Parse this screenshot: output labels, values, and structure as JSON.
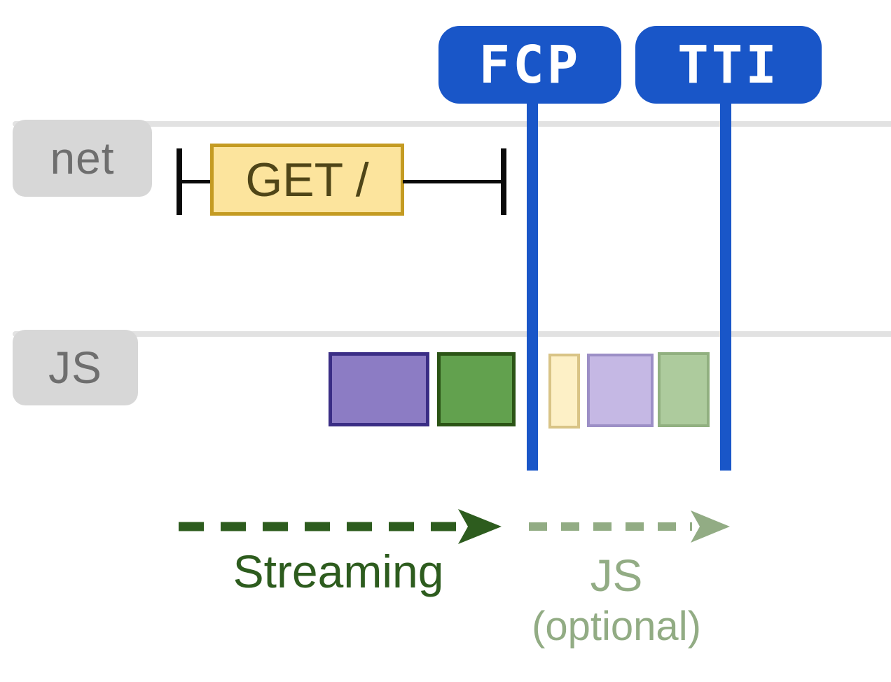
{
  "diagram": {
    "markers": {
      "fcp": "FCP",
      "tti": "TTI"
    },
    "lanes": {
      "net": "net",
      "js": "JS"
    },
    "request": {
      "label": "GET /"
    },
    "legend": {
      "streaming": "Streaming",
      "js": "JS",
      "js_optional": "(optional)"
    }
  },
  "colors": {
    "badge": "#1956c8",
    "badgeText": "#ffffff",
    "track": "#e2e2e2",
    "labelBg": "#d7d7d7",
    "labelText": "#6e6e6e",
    "ink": "#0a0a0a",
    "reqFill": "#fce49d",
    "reqBorder": "#c49b22",
    "reqText": "#4f4517",
    "task1Fill": "#8c7cc4",
    "task1Border": "#3a2d85",
    "task2Fill": "#62a14e",
    "task2Border": "#2b5415",
    "task3Fill": "#fdf0c6",
    "task3Border": "#d9c486",
    "task4Fill": "#c5b8e4",
    "task4Border": "#9c8fc6",
    "task5Fill": "#adcb9d",
    "task5Border": "#91b080",
    "streaming": "#2d5c1e",
    "sage": "#92ac84"
  }
}
